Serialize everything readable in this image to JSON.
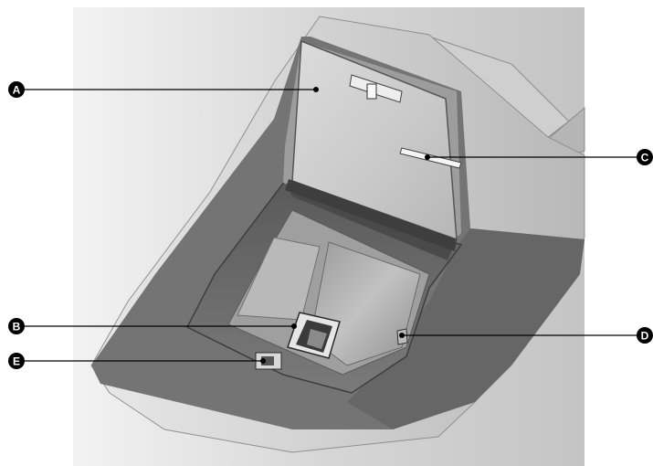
{
  "callouts": [
    {
      "id": "A",
      "label": "A"
    },
    {
      "id": "B",
      "label": "B"
    },
    {
      "id": "C",
      "label": "C"
    },
    {
      "id": "D",
      "label": "D"
    },
    {
      "id": "E",
      "label": "E"
    }
  ]
}
